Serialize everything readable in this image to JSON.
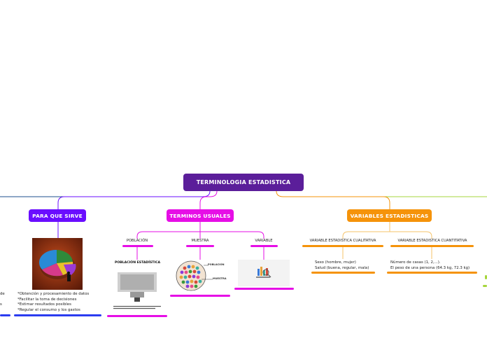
{
  "root": {
    "label": "TERMINOLOGIA ESTADISTICA",
    "color": "#5b1e9a"
  },
  "branches": {
    "para_que_sirve": {
      "label": "PARA QUE SIRVE",
      "color": "#6a0dff",
      "items": [
        "*Obtención y procesamiento de datos",
        "*Facilitar la toma de decisiones",
        "*Estimar resultados posibles",
        "*Regular el consumo y los gastos"
      ]
    },
    "terminos_usuales": {
      "label": "TERMINOS USUALES",
      "color": "#e60ee6",
      "children": {
        "poblacion": {
          "label": "POBLACIÓN",
          "image_title": "POBLACIÓN ESTADÍSTICA"
        },
        "muestra": {
          "label": "MUESTRA",
          "tag_poblacion": "POBLACIÓN",
          "tag_muestra": "MUESTRA"
        },
        "variable": {
          "label": "VARIABLE"
        }
      }
    },
    "variables_estadisticas": {
      "label": "VARIABLES ESTADISTICAS",
      "color": "#f5930a",
      "children": {
        "cualitativa": {
          "label": "VARIABLE ESTADISTICA CUALITATIVA",
          "lines": [
            "Sexo (hombre, mujer)",
            "Salud (buena, regular, mala)"
          ]
        },
        "cuantitativa": {
          "label": "VARIABLE ESTADISTICA CUANTITATIVA",
          "lines": [
            "Número de casas (1, 2,...).",
            "El peso de una persona (64.3 kg, 72.3 kg)"
          ]
        }
      }
    }
  },
  "edge_fragments": [
    "de",
    "s"
  ],
  "colors": {
    "left_line": "#1c4f8c",
    "right_line": "#a6d63c",
    "underline_blue": "#2b3cf0",
    "underline_magenta": "#e60ee6",
    "underline_orange": "#f5930a"
  }
}
